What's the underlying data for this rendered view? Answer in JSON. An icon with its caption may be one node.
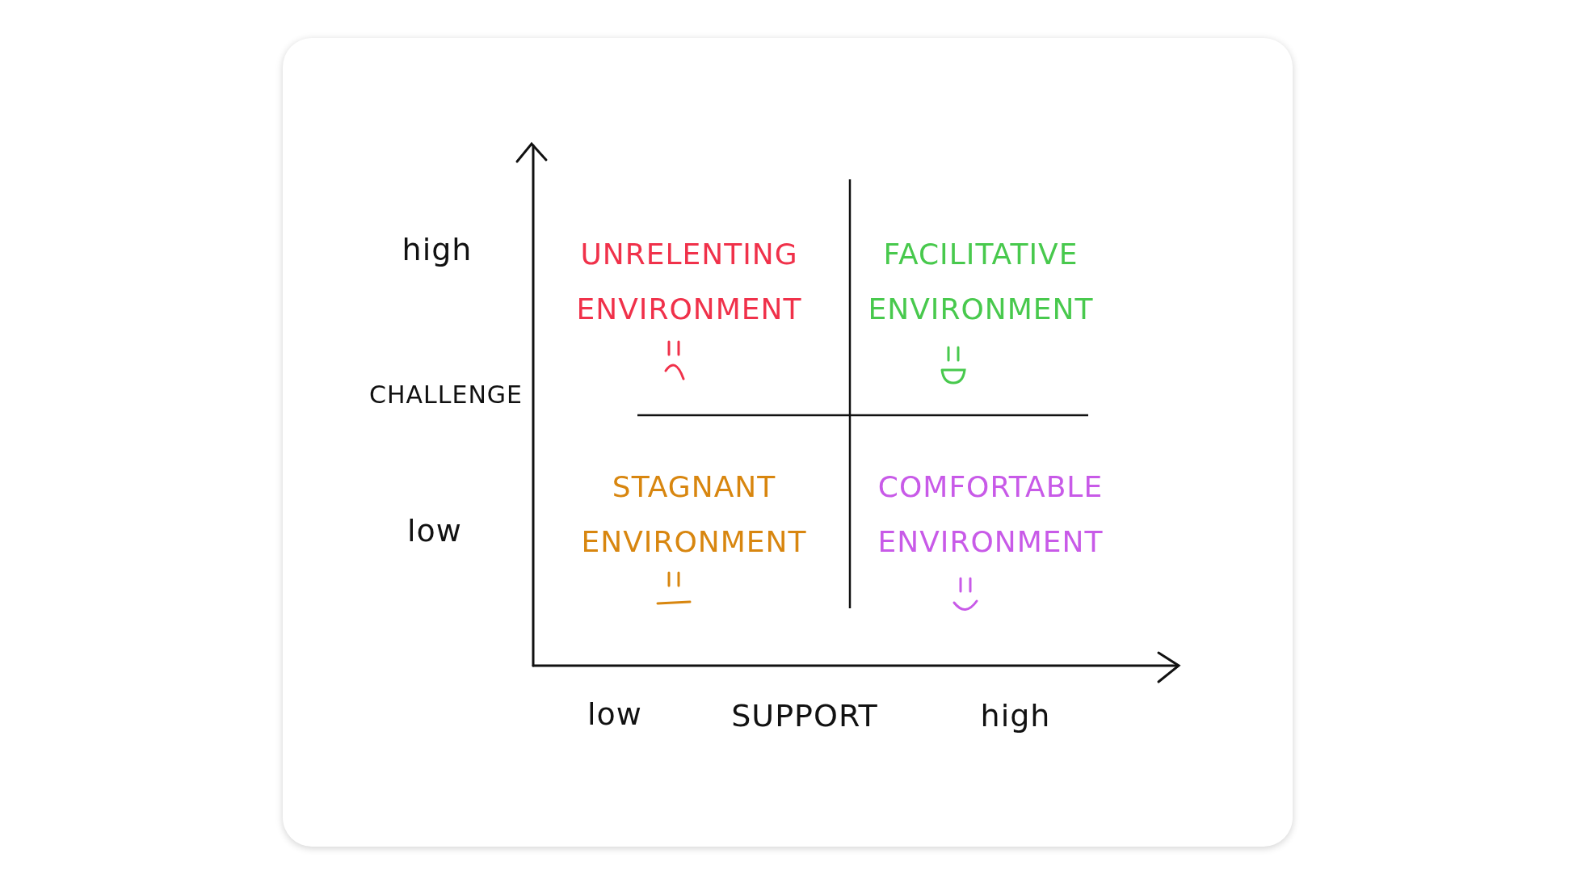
{
  "diagram": {
    "labels": [
      "high",
      "UNRELENTING ENVIRONMENT",
      "FACILITATIVE ENVIRONMENT",
      "CHALLENGE",
      "STAGNANT ENVIRONMENT",
      "COMFORTABLE ENVIRONMENT",
      "low",
      "low",
      "SUPPORT",
      "high"
    ]
  }
}
